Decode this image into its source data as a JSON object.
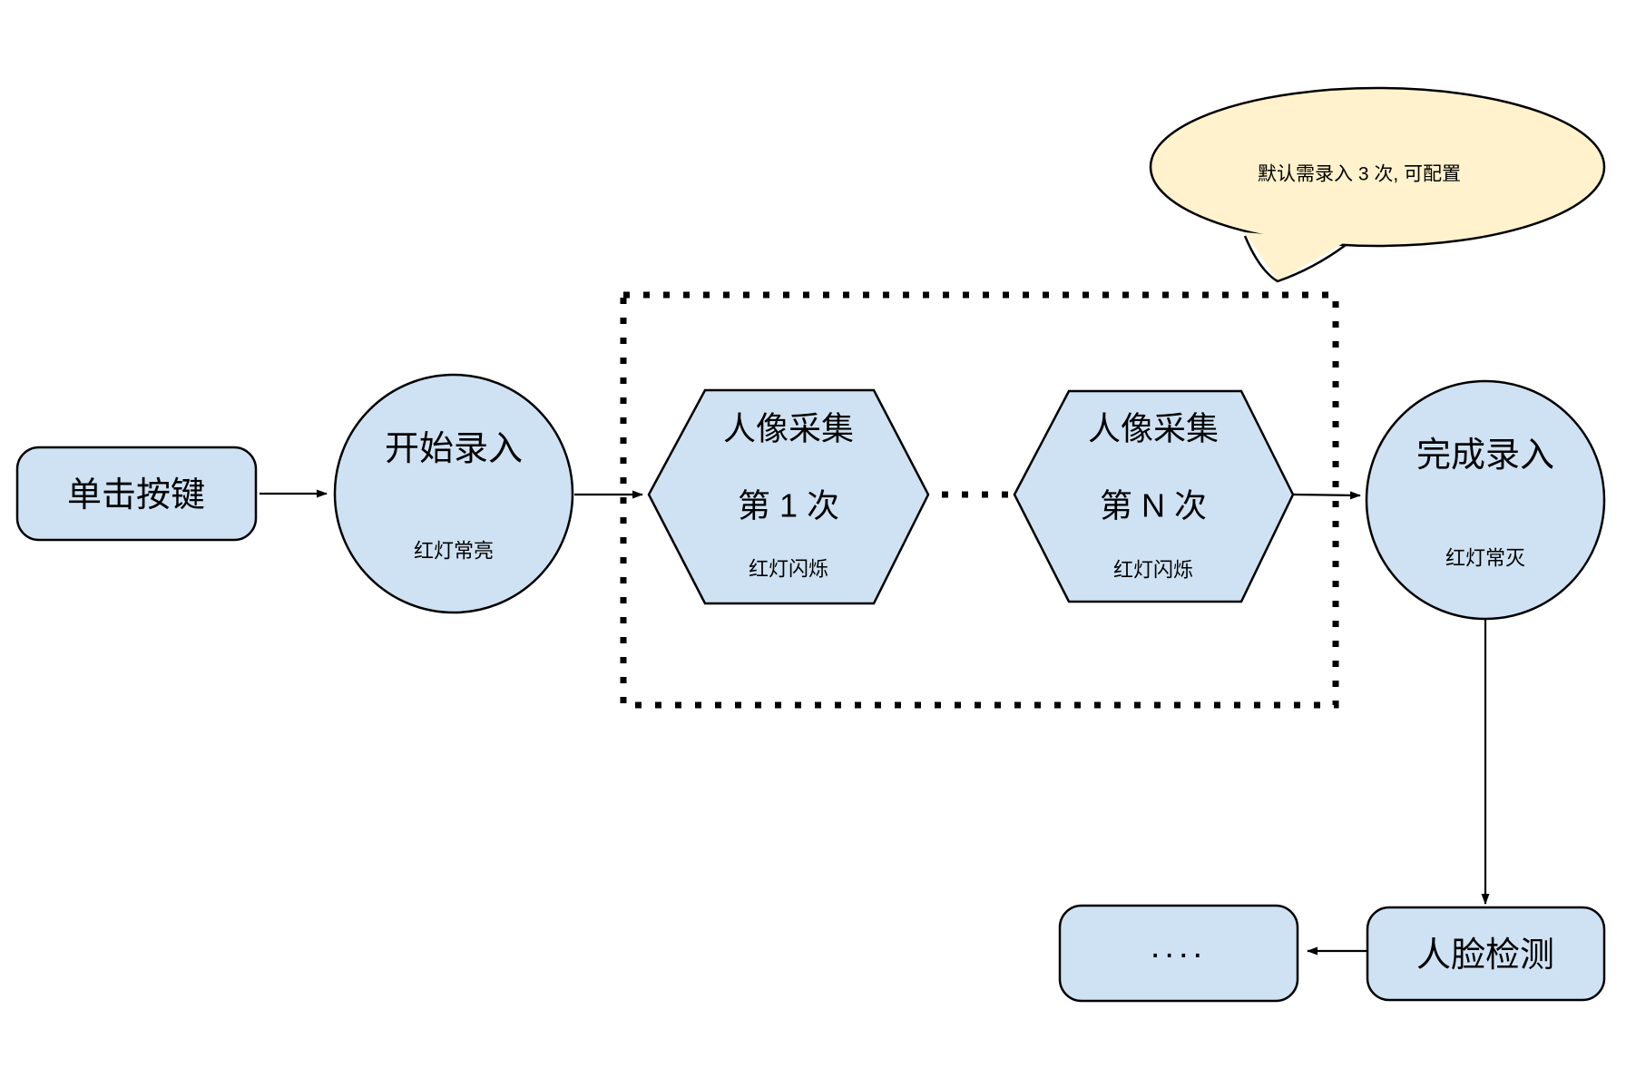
{
  "callout": {
    "text": "默认需录入 3 次, 可配置"
  },
  "nodes": {
    "click_button": {
      "label": "单击按键"
    },
    "start_enroll": {
      "label": "开始录入",
      "status": "红灯常亮"
    },
    "capture_first": {
      "title": "人像采集",
      "subtitle": "第 1 次",
      "status": "红灯闪烁"
    },
    "capture_nth": {
      "title": "人像采集",
      "subtitle": "第 N 次",
      "status": "红灯闪烁"
    },
    "finish_enroll": {
      "label": "完成录入",
      "status": "红灯常灭"
    },
    "face_detection": {
      "label": "人脸检测"
    },
    "more": {
      "label": "...."
    }
  },
  "colors": {
    "node_fill": "#cfe2f3",
    "node_stroke": "#000000",
    "callout_fill": "#fff2cc",
    "line": "#000000"
  }
}
